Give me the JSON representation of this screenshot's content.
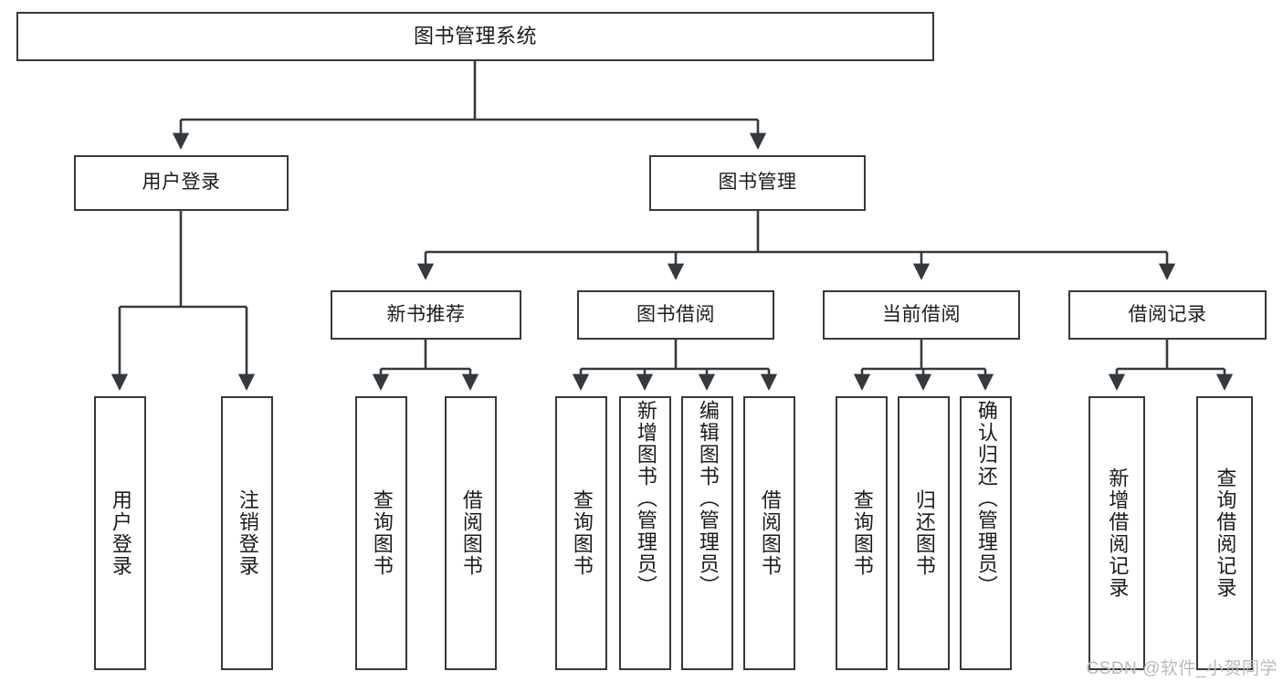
{
  "diagram": {
    "title": "图书管理系统",
    "type": "hierarchy-tree",
    "line_color": "#33393d",
    "box_fill": "#ffffff",
    "text_color": "#1b1b1b",
    "watermark": "CSDN @软件_小贺同学"
  },
  "nodes": {
    "root": {
      "label": "图书管理系统"
    },
    "level2": [
      {
        "label": "用户登录"
      },
      {
        "label": "图书管理"
      }
    ],
    "level3": [
      {
        "label": "新书推荐"
      },
      {
        "label": "图书借阅"
      },
      {
        "label": "当前借阅"
      },
      {
        "label": "借阅记录"
      }
    ],
    "leaves_user_login": [
      {
        "label": "用户登录"
      },
      {
        "label": "注销登录"
      }
    ],
    "leaves_new_books": [
      {
        "label": "查询图书"
      },
      {
        "label": "借阅图书"
      }
    ],
    "leaves_borrow": [
      {
        "label": "查询图书"
      },
      {
        "label": "新增图书（管理员）"
      },
      {
        "label": "编辑图书（管理员）"
      },
      {
        "label": "借阅图书"
      }
    ],
    "leaves_current": [
      {
        "label": "查询图书"
      },
      {
        "label": "归还图书"
      },
      {
        "label": "确认归还（管理员）"
      }
    ],
    "leaves_records": [
      {
        "label": "新增借阅记录"
      },
      {
        "label": "查询借阅记录"
      }
    ]
  }
}
